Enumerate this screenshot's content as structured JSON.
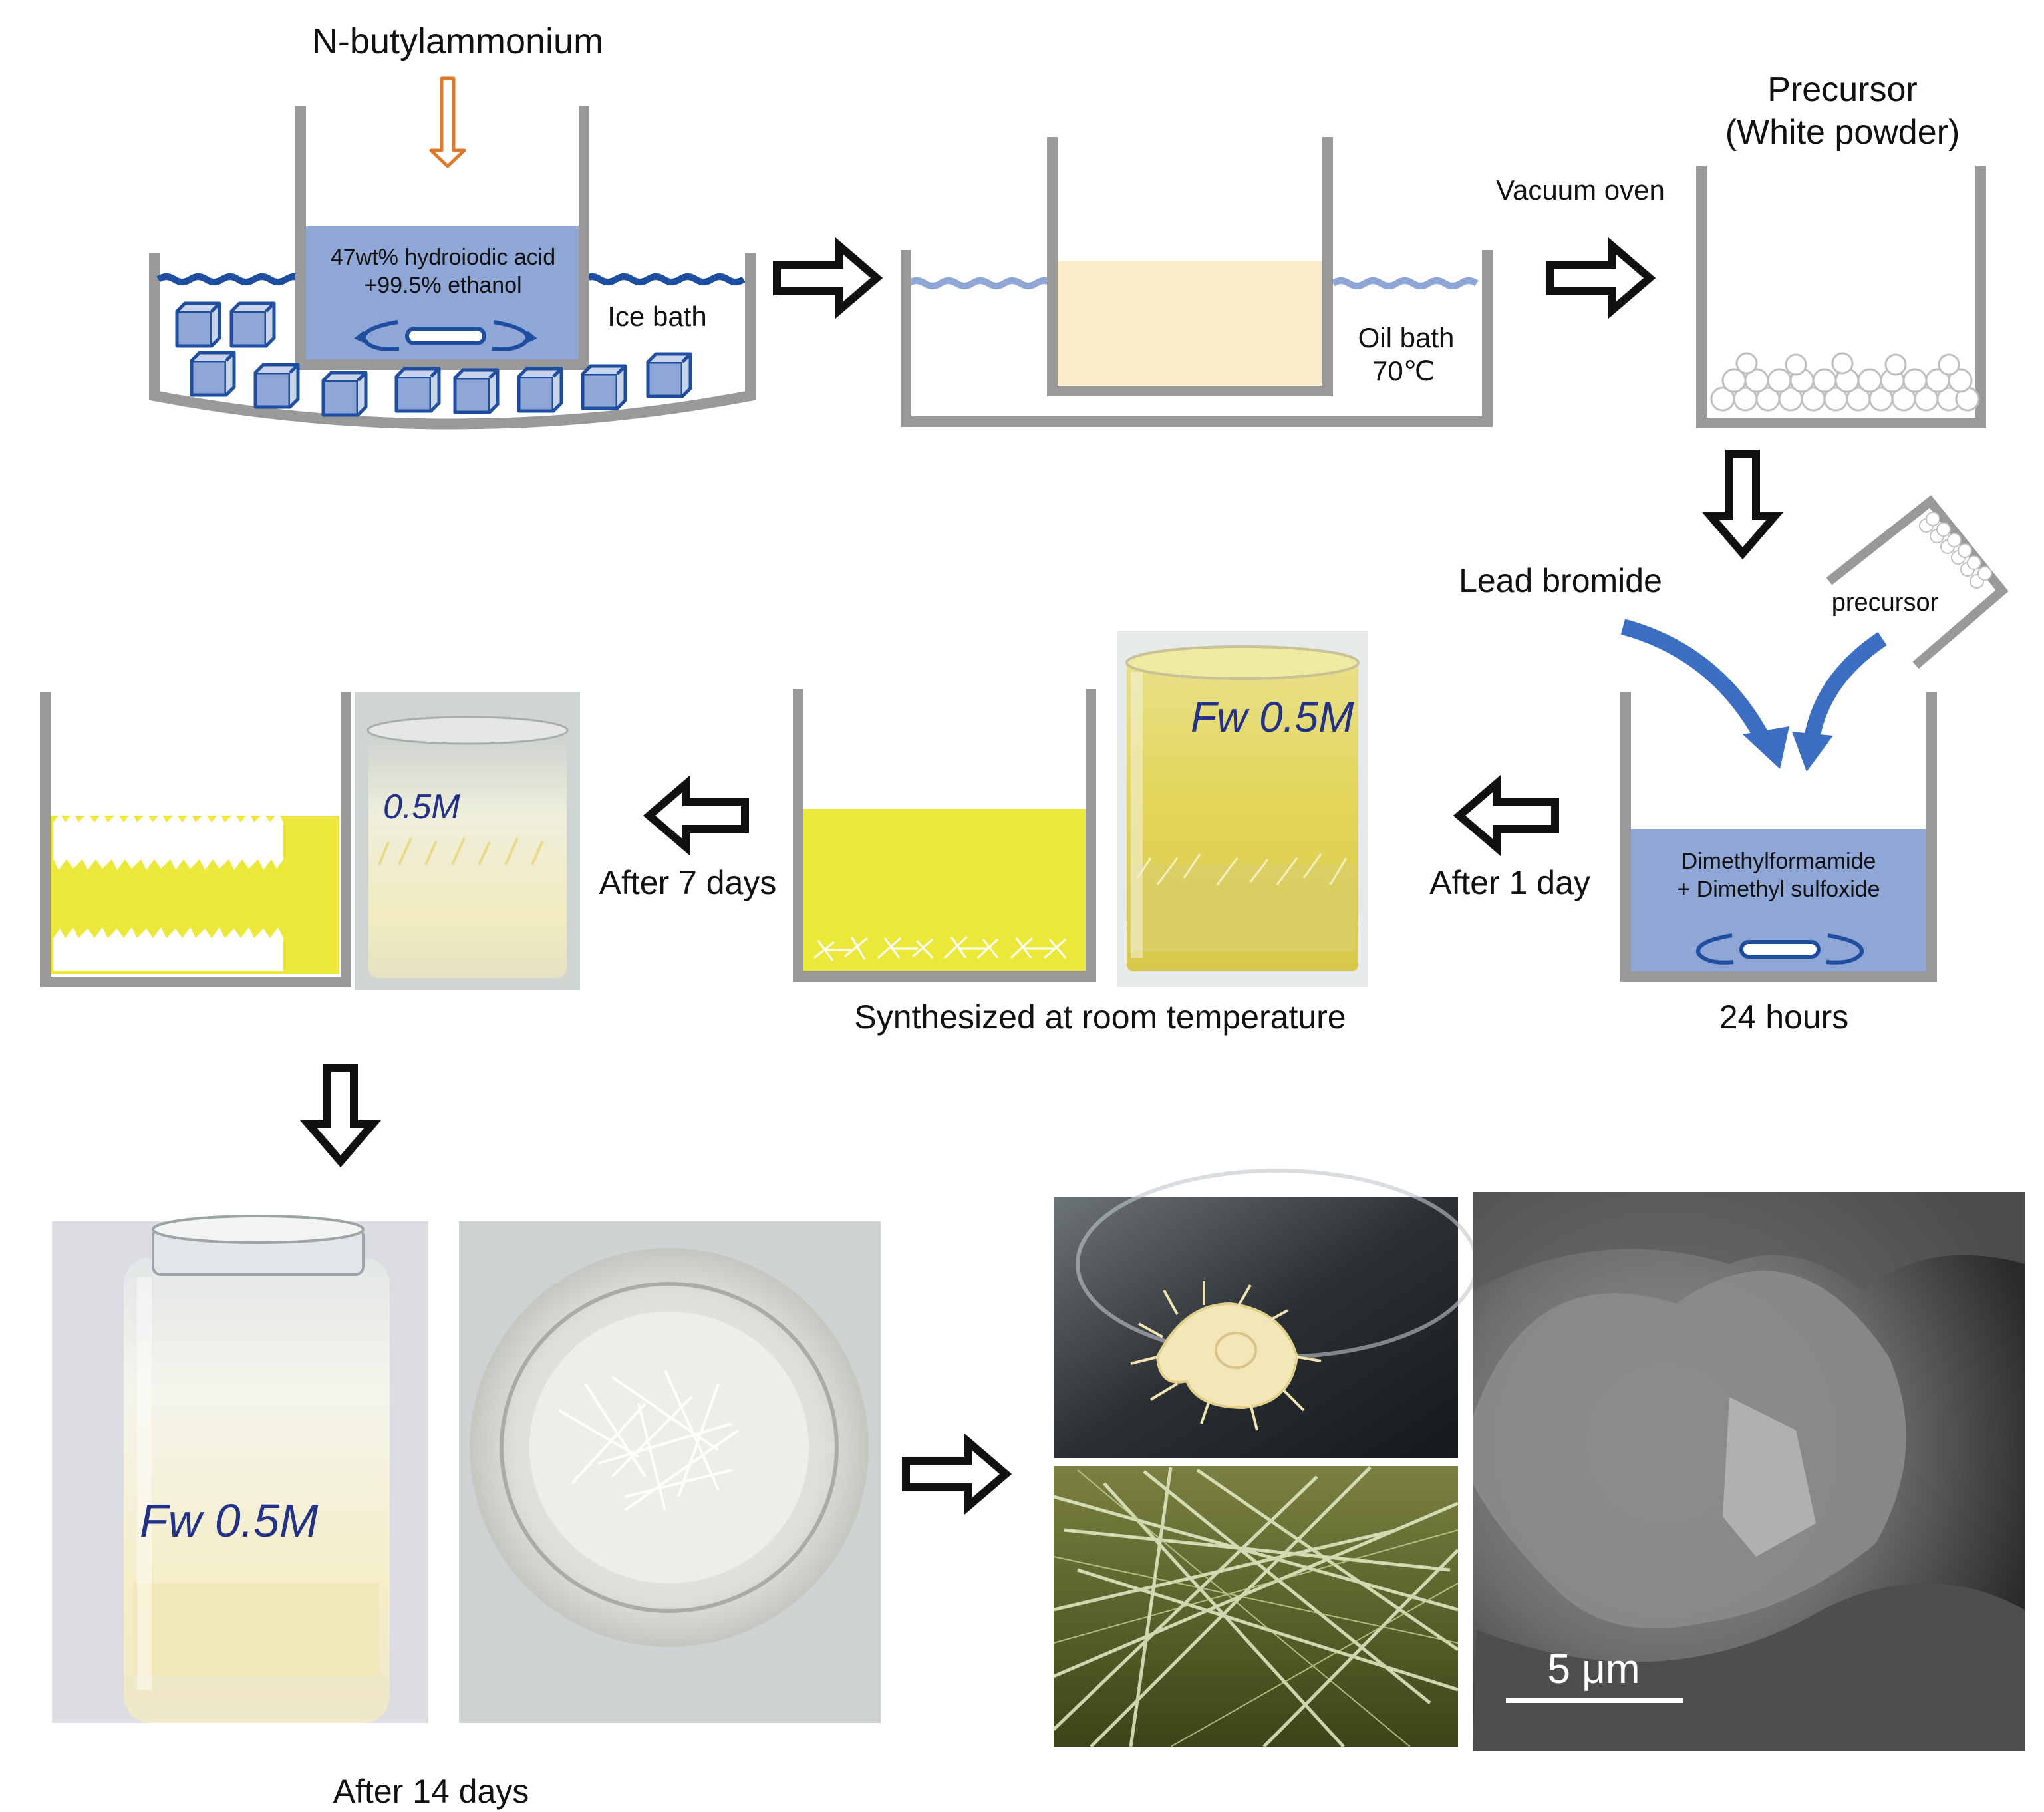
{
  "colors": {
    "beaker": "#999999",
    "water": "#1f4ea0",
    "acid_fill": "#8fa7d6",
    "oil_fill": "#fbeccb",
    "oil_surface": "#8fa7d6",
    "yellow_solution": "#ece83a",
    "curved_arrow": "#3c6fc3",
    "addition_arrow": "#e07a2a",
    "stir_bar": "#1f4ea0"
  },
  "icons": {
    "process_arrow": "hollow-block-arrow",
    "stir_bar": "magnetic-stir-bar",
    "ice": "ice-cube"
  },
  "step1": {
    "reagent": "N-butylammonium",
    "solution_line1": "47wt% hydroiodic acid",
    "solution_line2": "+99.5% ethanol",
    "bath": "Ice bath"
  },
  "step2": {
    "bath_line1": "Oil bath",
    "bath_line2": "70℃"
  },
  "step3": {
    "oven": "Vacuum oven",
    "title_line1": "Precursor",
    "title_line2": "(White powder)"
  },
  "step4": {
    "lead": "Lead bromide",
    "precursor": "precursor",
    "solvent_line1": "Dimethylformamide",
    "solvent_line2": "+ Dimethyl sulfoxide",
    "duration": "24 hours"
  },
  "step5": {
    "after": "After 1 day",
    "caption": "Synthesized at room temperature",
    "photo_label": "Fw 0.5M"
  },
  "step6": {
    "after": "After 7 days",
    "photo_label": "0.5M"
  },
  "step7": {
    "after": "After 14 days",
    "photo_label": "Fw 0.5M",
    "scale_bar": "5 μm"
  }
}
